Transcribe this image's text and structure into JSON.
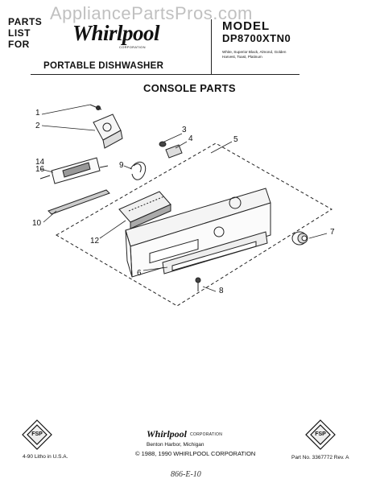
{
  "watermark": "AppliancePartsPros.com",
  "header": {
    "parts_list_lines": [
      "PARTS",
      "LIST",
      "FOR"
    ],
    "brand": "Whirlpool",
    "brand_sub": "CORPORATION",
    "model_label": "MODEL",
    "model_number": "DP8700XTN0",
    "colors": "White, Superior Black, Almond, Golden Harvest, Toast, Platinum",
    "product": "PORTABLE DISHWASHER"
  },
  "section_title": "CONSOLE PARTS",
  "callouts": [
    "1",
    "2",
    "3",
    "4",
    "5",
    "14",
    "16",
    "9",
    "10",
    "12",
    "7",
    "6",
    "8"
  ],
  "footer": {
    "fsp_badge": "FSP",
    "print_code": "4-90 Litho in U.S.A.",
    "brand": "Whirlpool",
    "brand_sub": "CORPORATION",
    "address": "Benton Harbor, Michigan",
    "copyright": "© 1988, 1990 WHIRLPOOL CORPORATION",
    "part_number": "Part No. 3367772  Rev. A",
    "handwritten": "866-E-10"
  }
}
